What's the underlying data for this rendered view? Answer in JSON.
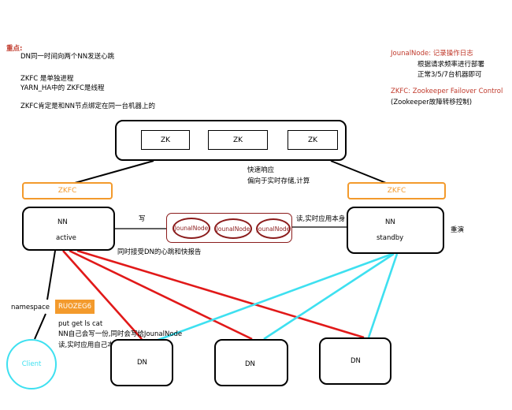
{
  "notes_left": {
    "heading": "重点:",
    "line1": "DN同一时间向两个NN发送心跳",
    "line2": "ZKFC 是单独进程",
    "line3": "YARN_HA中的  ZKFC是线程",
    "line4": "ZKFC肯定是和NN节点绑定在同一台机器上的"
  },
  "notes_right": {
    "jn_title": "JounalNode: 记录操作日志",
    "jn_line1": "根据请求频率进行部署",
    "jn_line2": "正常3/5/7台机器即可",
    "zkfc_title": "ZKFC: Zookeeper Failover Control",
    "zkfc_line1": "(Zookeeper故障转移控制)"
  },
  "zk": [
    "ZK",
    "ZK",
    "ZK"
  ],
  "zk_note": {
    "line1": "快速响应",
    "line2": "偏向于实时存储,计算"
  },
  "zkfc_labels": [
    "ZKFC",
    "ZKFC"
  ],
  "nn_active": {
    "name": "NN",
    "state": "active"
  },
  "nn_standby": {
    "name": "NN",
    "state": "standby"
  },
  "write_label": "写",
  "read_label": "读,实时应用本身",
  "standby_note": "重演",
  "heartbeat_note": "同时接受DN的心跳和快报告",
  "journal_nodes": [
    "JounalNode",
    "JounalNode",
    "JounalNode"
  ],
  "namespace_label": "namespace",
  "namespace_name": "RUOZEG6",
  "client_label": "Client",
  "client_notes": {
    "line1": "put get ls cat",
    "line2": "NN自己会写一份,同时会写给JounalNode",
    "line3": "读,实时应用自己本身"
  },
  "data_nodes": [
    "DN",
    "DN",
    "DN"
  ],
  "colors": {
    "zkfc": "#f39a2c",
    "journal": "#8b1c1c",
    "heartbeat_red": "#e11919",
    "heartbeat_cyan": "#3ee0f0",
    "heading": "#c0392b",
    "namespace_bg": "#f39a2c"
  }
}
